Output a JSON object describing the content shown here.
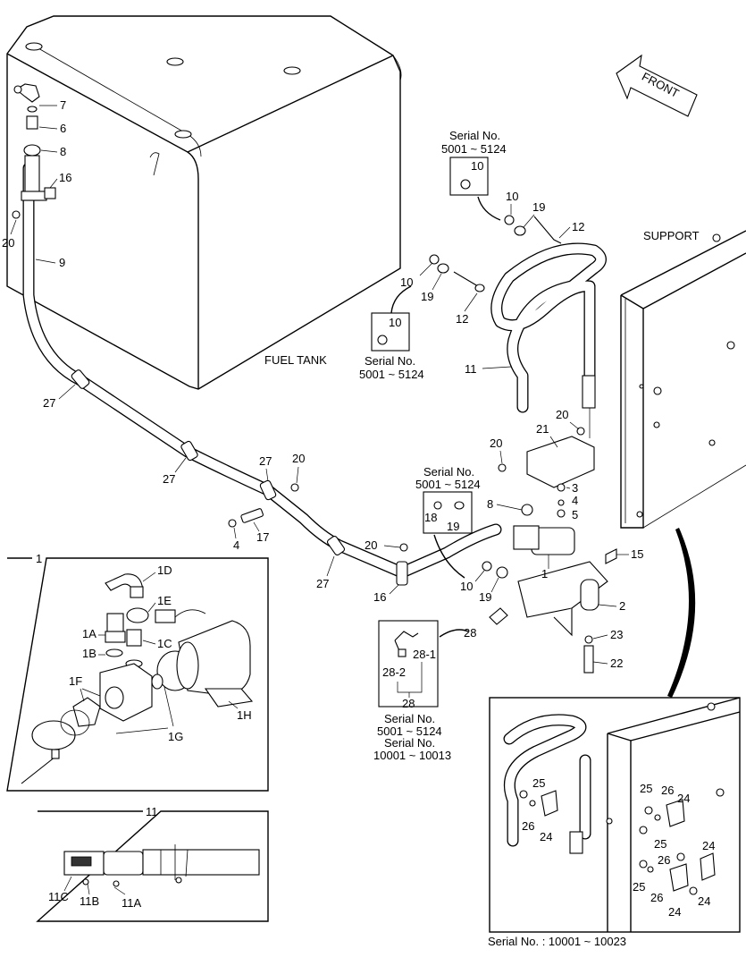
{
  "labels": {
    "fuel_tank": "FUEL TANK",
    "support": "SUPPORT",
    "front": "FRONT",
    "serial_no": "Serial No.",
    "serial_5001_5124": "5001 ~ 5124",
    "serial_10001_10013": "10001 ~ 10013",
    "serial_range_detail": "Serial No. : 10001 ~ 10023"
  },
  "callouts": {
    "n1": "1",
    "n2": "2",
    "n3": "3",
    "n4": "4",
    "n5": "5",
    "n6": "6",
    "n7": "7",
    "n8": "8",
    "n9": "9",
    "n10": "10",
    "n11": "11",
    "n12": "12",
    "n15": "15",
    "n16": "16",
    "n17": "17",
    "n18": "18",
    "n19": "19",
    "n20": "20",
    "n21": "21",
    "n22": "22",
    "n23": "23",
    "n24": "24",
    "n25": "25",
    "n26": "26",
    "n27": "27",
    "n28": "28",
    "n28_1": "28-1",
    "n28_2": "28-2",
    "n1A": "1A",
    "n1B": "1B",
    "n1C": "1C",
    "n1D": "1D",
    "n1E": "1E",
    "n1F": "1F",
    "n1G": "1G",
    "n1H": "1H",
    "n11A": "11A",
    "n11B": "11B",
    "n11C": "11C"
  },
  "panels": {
    "pump_detail_title": "1",
    "hose_detail_title": "11"
  },
  "icons": {
    "front_arrow": "arrow-icon",
    "bolt": "bolt-icon",
    "washer": "washer-icon"
  },
  "colors": {
    "line": "#000000",
    "background": "#ffffff",
    "fill_grey": "#cfcfcf"
  }
}
